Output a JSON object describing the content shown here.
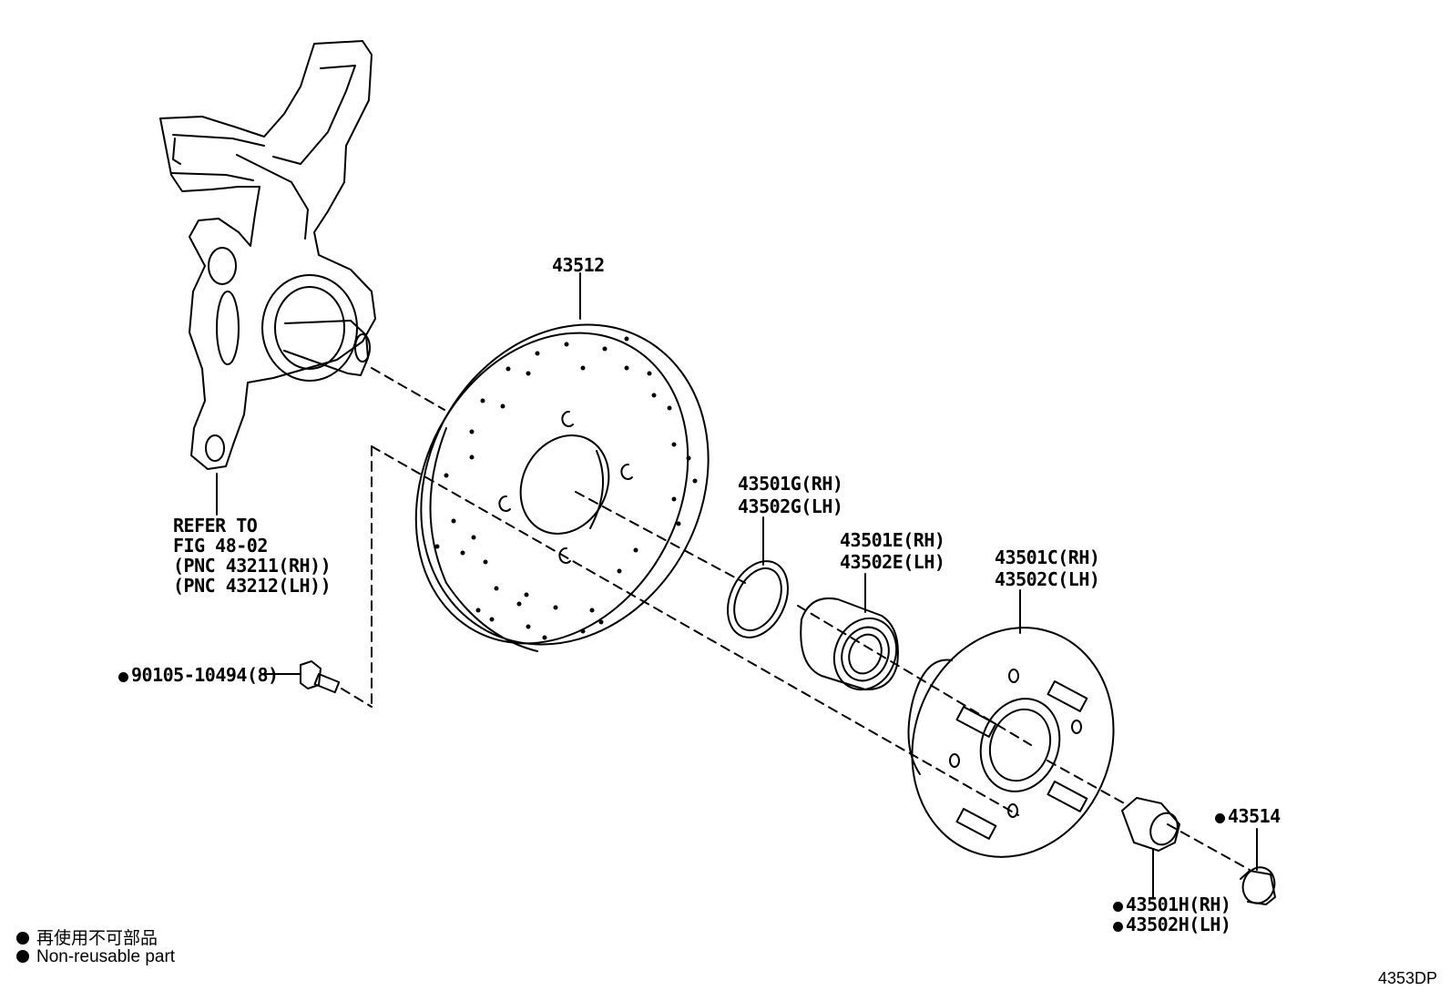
{
  "parts": {
    "rotor": "43512",
    "snap_ring": [
      "43501G(RH)",
      "43502G(LH)"
    ],
    "bearing": [
      "43501E(RH)",
      "43502E(LH)"
    ],
    "hub": [
      "43501C(RH)",
      "43502C(LH)"
    ],
    "hub_nut": [
      "43501H(RH)",
      "43502H(LH)"
    ],
    "cap": "43514",
    "bolt": "90105-10494(8)",
    "knuckle_ref": [
      "REFER TO",
      "FIG 48-02",
      "(PNC 43211(RH))",
      "(PNC 43212(LH))"
    ]
  },
  "non_reusable_marked": [
    "43514",
    "43501H(RH)",
    "43502H(LH)",
    "90105-10494(8)"
  ],
  "legend": {
    "japanese": "再使用不可部品",
    "english": "Non-reusable part"
  },
  "diagram_code": "4353DP"
}
